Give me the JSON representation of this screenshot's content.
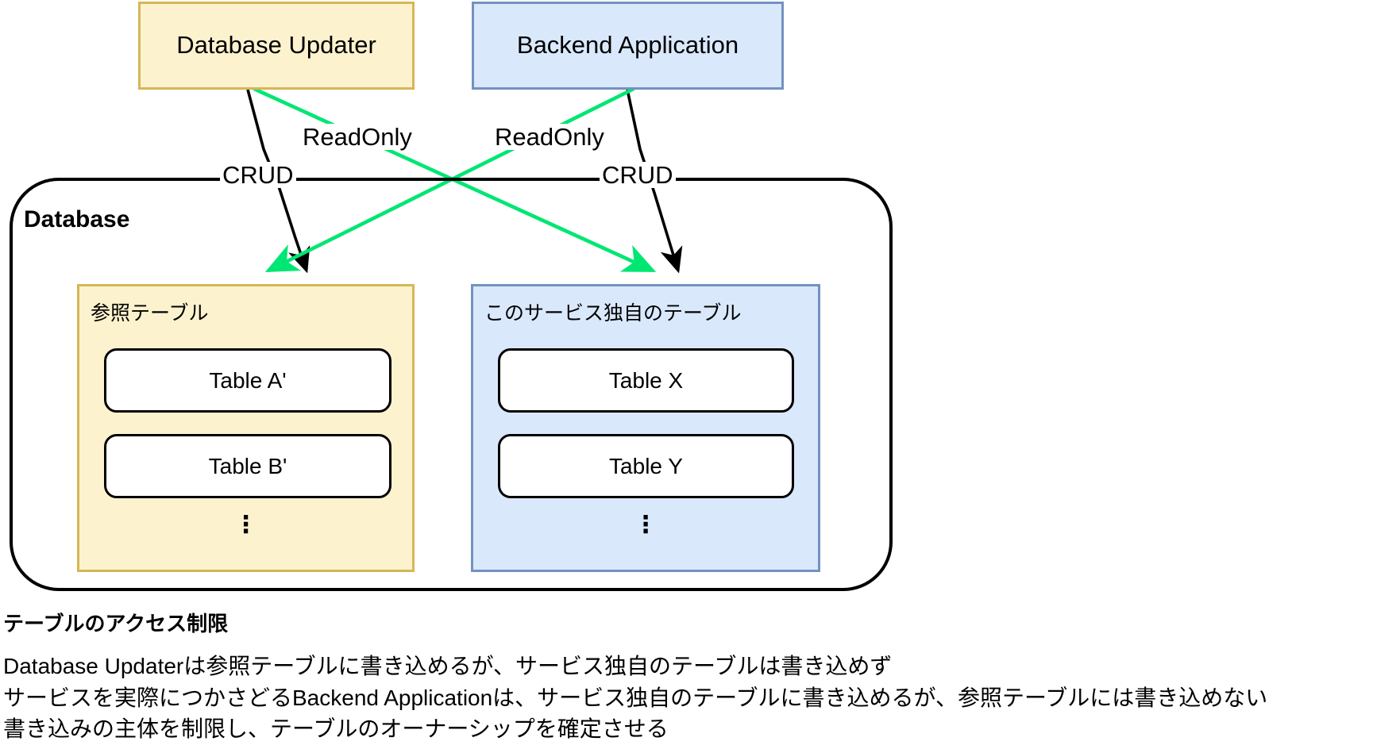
{
  "diagram": {
    "title_label": "Database",
    "actors": [
      {
        "id": "database-updater",
        "label": "Database Updater",
        "fill": "#fdf2ce",
        "stroke": "#d6b656"
      },
      {
        "id": "backend-application",
        "label": "Backend Application",
        "fill": "#dae8fc",
        "stroke": "#7392c0"
      }
    ],
    "edges": [
      {
        "id": "updater-crud",
        "label": "CRUD",
        "color": "#000000",
        "from": "database-updater",
        "to": "reference-tables"
      },
      {
        "id": "updater-readonly",
        "label": "ReadOnly",
        "color": "#00e673",
        "from": "database-updater",
        "to": "service-tables"
      },
      {
        "id": "backend-readonly",
        "label": "ReadOnly",
        "color": "#00e673",
        "from": "backend-application",
        "to": "reference-tables"
      },
      {
        "id": "backend-crud",
        "label": "CRUD",
        "color": "#000000",
        "from": "backend-application",
        "to": "service-tables"
      }
    ],
    "groups": [
      {
        "id": "reference-tables",
        "title": "参照テーブル",
        "fill": "#fdf2ce",
        "stroke": "#d6b656",
        "tables": [
          "Table A'",
          "Table B'"
        ],
        "more_indicator": "⋮"
      },
      {
        "id": "service-tables",
        "title": "このサービス独自のテーブル",
        "fill": "#dae8fc",
        "stroke": "#7392c0",
        "tables": [
          "Table X",
          "Table Y"
        ],
        "more_indicator": "⋮"
      }
    ]
  },
  "caption": {
    "heading": "テーブルのアクセス制限",
    "lines": [
      "Database Updaterは参照テーブルに書き込めるが、サービス独自のテーブルは書き込めず",
      "サービスを実際につかさどるBackend Applicationは、サービス独自のテーブルに書き込めるが、参照テーブルには書き込めない",
      "書き込みの主体を制限し、テーブルのオーナーシップを確定させる"
    ]
  }
}
